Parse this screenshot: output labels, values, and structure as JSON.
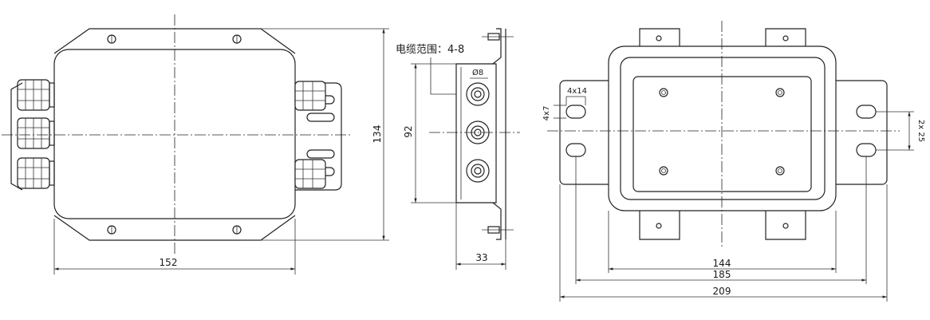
{
  "colors": {
    "line": "#222222",
    "background": "#ffffff"
  },
  "front_view": {
    "dim_width": "152",
    "dim_height": "134"
  },
  "side_view": {
    "cable_range_label": "电缆范围：4-8",
    "hole_diameter_label": "Ø8",
    "dim_height": "92",
    "dim_depth": "33"
  },
  "plan_view": {
    "slot_size_label": "4x14",
    "slot_width_label": "4x7",
    "slot_spacing_label": "2x 25",
    "dim_body": "144",
    "dim_holes": "185",
    "dim_overall": "209"
  }
}
